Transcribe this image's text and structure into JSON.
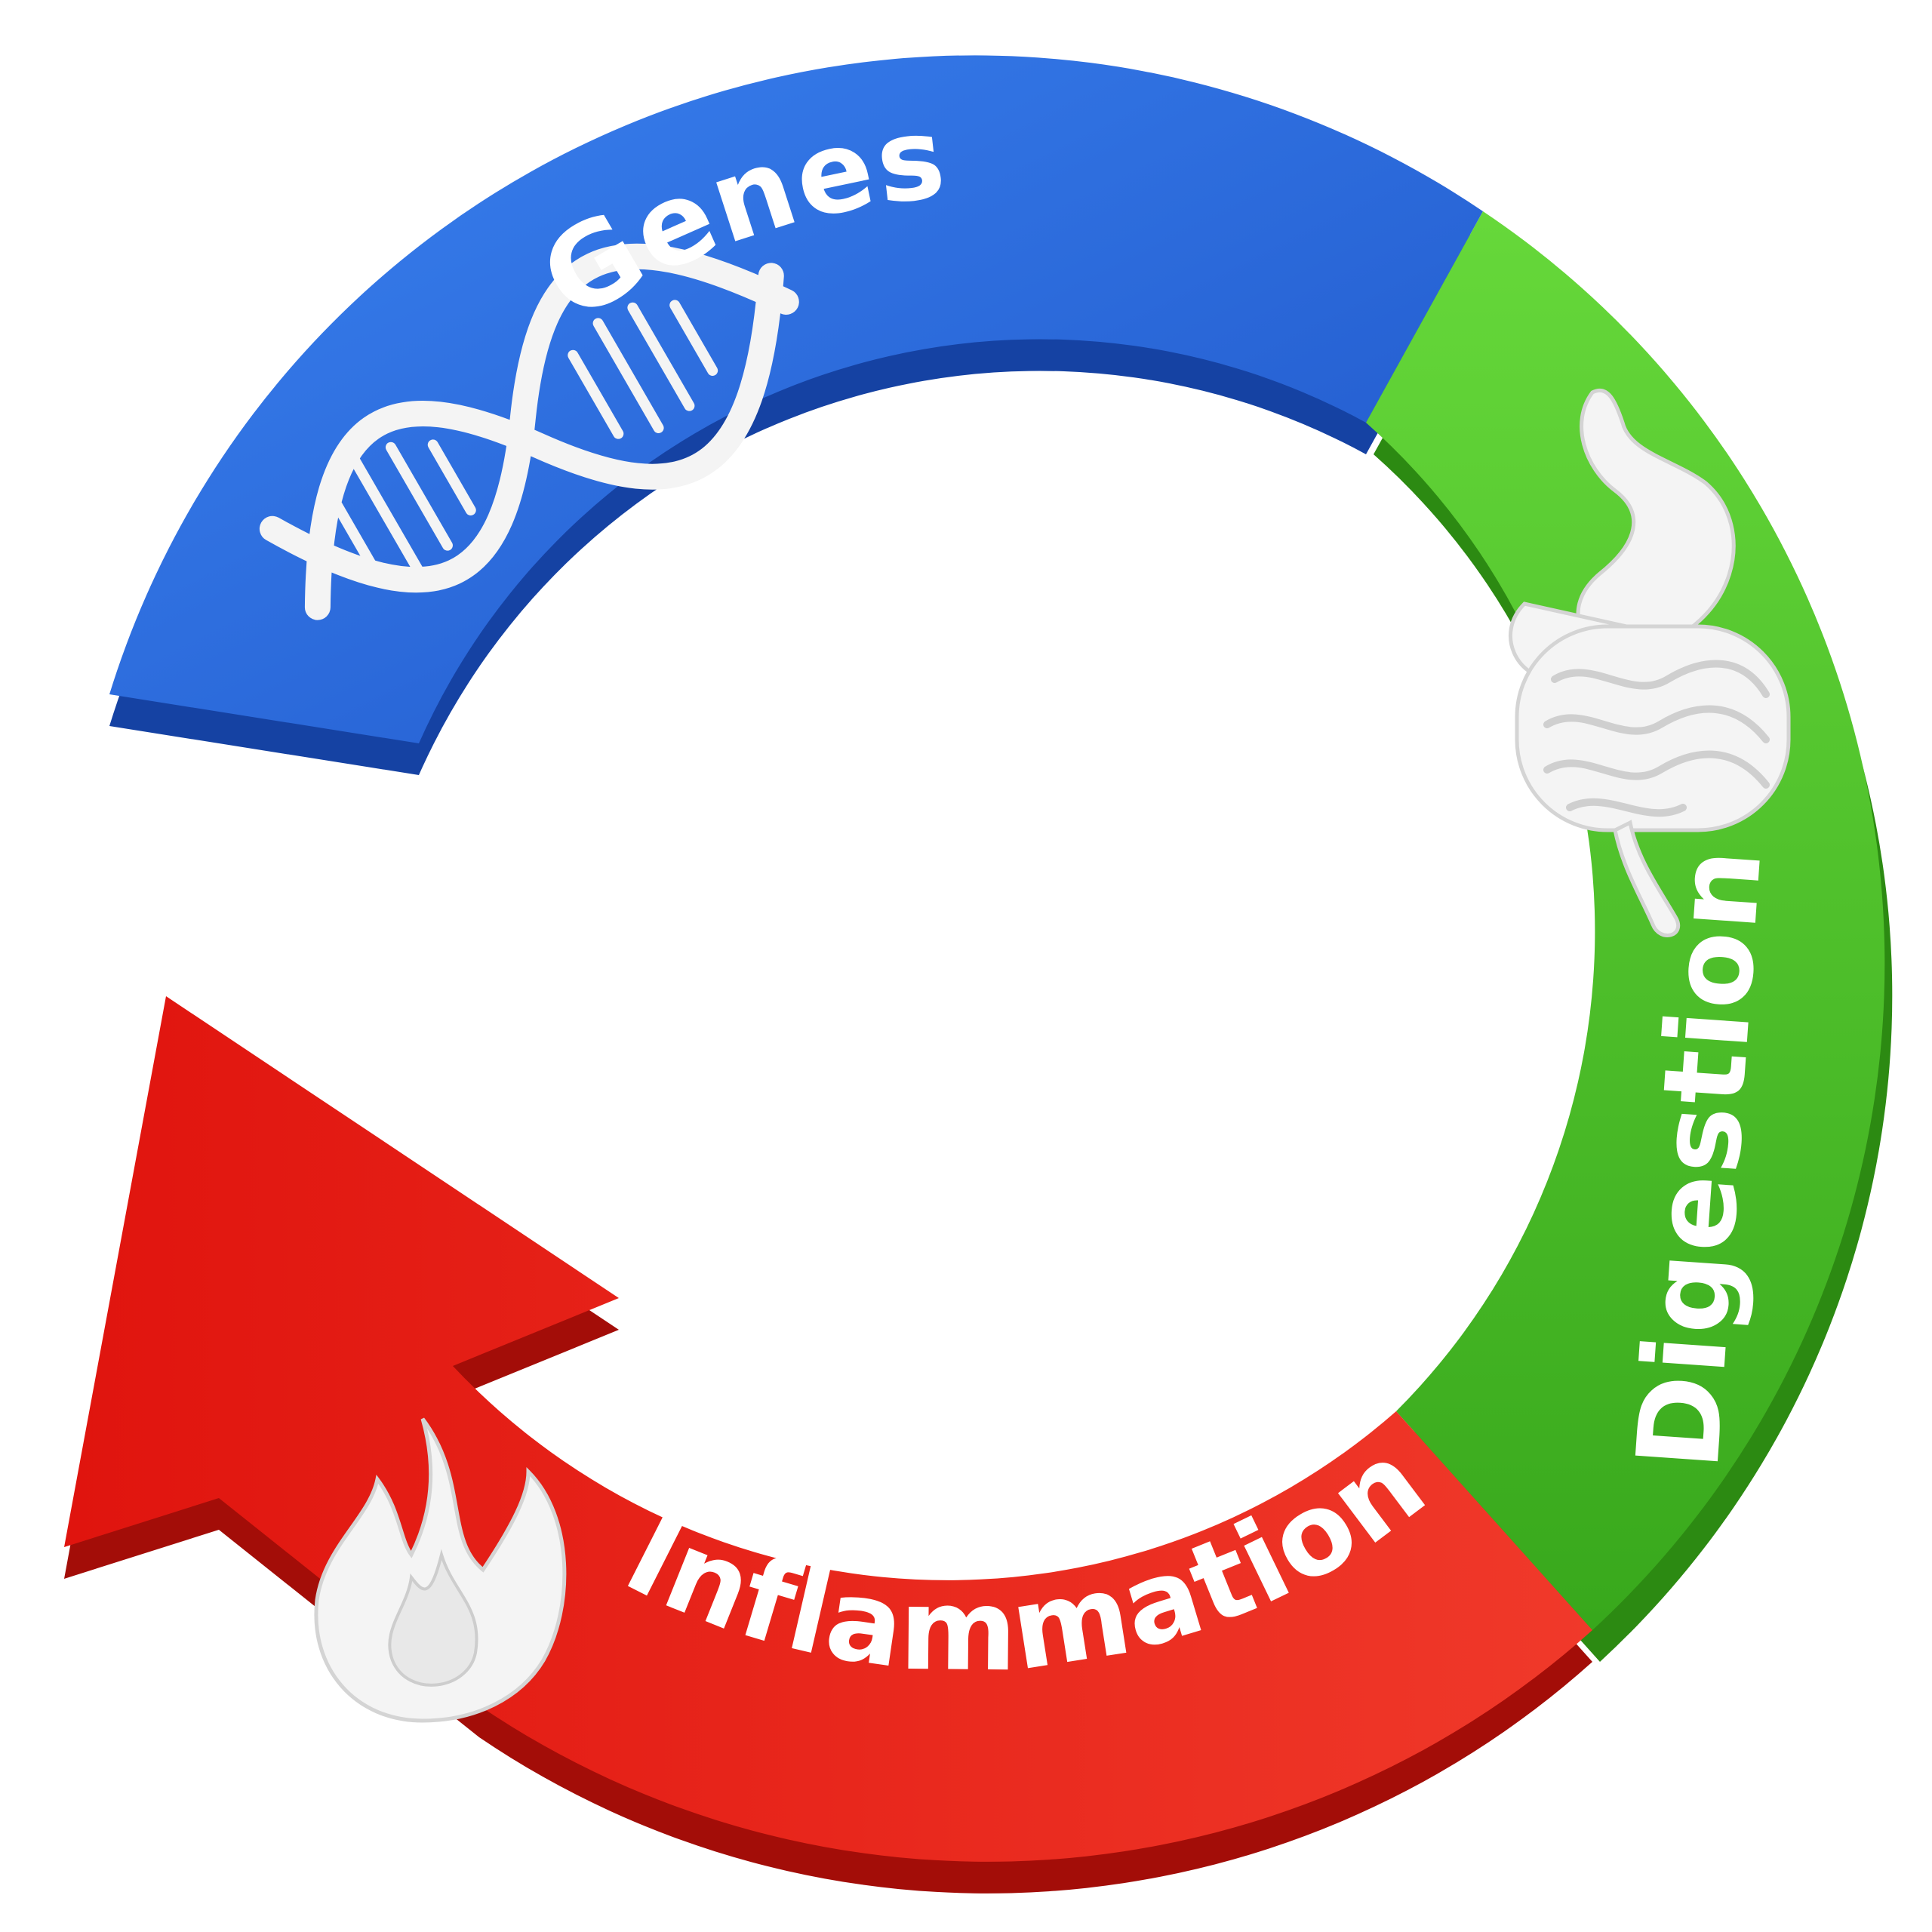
{
  "diagram": {
    "type": "cycle",
    "segments": [
      {
        "id": "genes",
        "label": "Genes",
        "icon": "dna-icon",
        "color": "#2f6fe0",
        "color_dark": "#1848b0"
      },
      {
        "id": "digestion",
        "label": "Digestion",
        "icon": "stomach-intestines-icon",
        "color": "#4cc22a",
        "color_dark": "#2f8e14"
      },
      {
        "id": "inflammation",
        "label": "Inflammation",
        "icon": "flame-icon",
        "color": "#e7261c",
        "color_dark": "#a80f0a"
      }
    ],
    "flow": [
      "genes",
      "digestion",
      "inflammation",
      "genes"
    ],
    "background": "#ffffff",
    "icon_color": "#f4f4f4"
  }
}
